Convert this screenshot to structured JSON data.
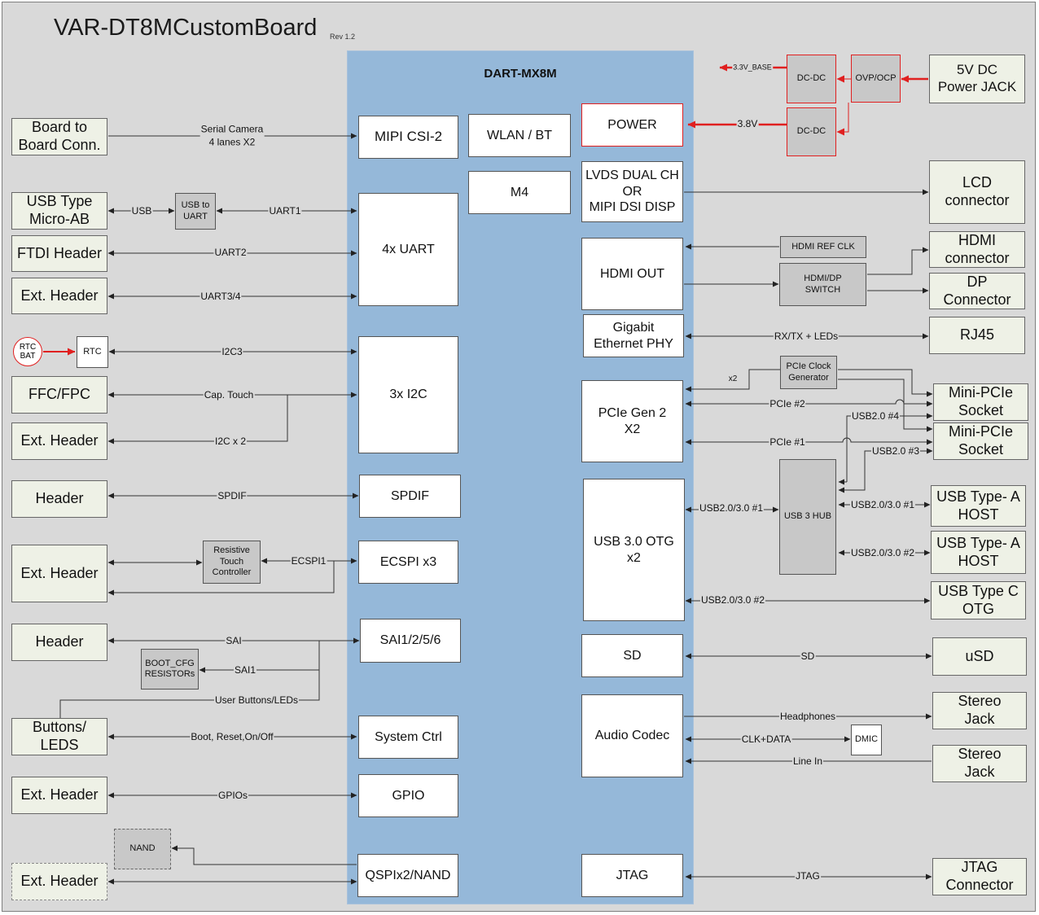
{
  "title": "VAR-DT8MCustomBoard",
  "revision": "Rev 1.2",
  "som": {
    "title": "DART-MX8M",
    "blocks": {
      "mipi_csi": "MIPI CSI-2",
      "wlan_bt": "WLAN / BT",
      "m4": "M4",
      "uart": "4x UART",
      "i2c": "3x I2C",
      "spdif": "SPDIF",
      "ecspi": "ECSPI x3",
      "sai": "SAI1/2/5/6",
      "sys_ctrl": "System Ctrl",
      "gpio": "GPIO",
      "qspi": "QSPIx2/NAND",
      "power": "POWER",
      "lvds": "LVDS DUAL CH\nOR\nMIPI DSI DISP",
      "hdmi_out": "HDMI OUT",
      "eth_phy": "Gigabit\nEthernet PHY",
      "pcie": "PCIe Gen 2\nX2",
      "usb_otg": "USB 3.0 OTG\nx2",
      "sd": "SD",
      "audio": "Audio Codec",
      "jtag": "JTAG"
    }
  },
  "left": {
    "board_conn": "Board to\nBoard Conn.",
    "usb_micro": "USB Type\nMicro-AB",
    "ftdi": "FTDI Header",
    "ext_uart": "Ext. Header",
    "rtc_bat": "RTC\nBAT",
    "rtc": "RTC",
    "ffc": "FFC/FPC",
    "ext_i2c": "Ext. Header",
    "header_spdif": "Header",
    "ext_spi": "Ext. Header",
    "header_sai": "Header",
    "boot_cfg": "BOOT_CFG\nRESISTORs",
    "buttons": "Buttons/\nLEDS",
    "ext_gpio": "Ext. Header",
    "nand": "NAND",
    "ext_qspi": "Ext. Header",
    "usb_to_uart": "USB to\nUART",
    "touch_ctrl": "Resistive\nTouch\nController"
  },
  "right": {
    "dc_top": "DC-DC",
    "dc_bottom": "DC-DC",
    "ovp": "OVP/OCP",
    "power_jack": "5V DC\nPower JACK",
    "lcd": "LCD\nconnector",
    "hdmi_ref": "HDMI REF CLK",
    "hdmi_switch": "HDMI/DP\nSWITCH",
    "hdmi_conn": "HDMI\nconnector",
    "dp_conn": "DP\nConnector",
    "rj45": "RJ45",
    "pcie_clk": "PCIe Clock\nGenerator",
    "minipcie1": "Mini-PCIe\nSocket",
    "minipcie2": "Mini-PCIe\nSocket",
    "usb_hub": "USB 3 HUB",
    "usb_a1": "USB Type- A\nHOST",
    "usb_a2": "USB Type- A\nHOST",
    "usb_c": "USB Type C\nOTG",
    "usd": "uSD",
    "stereo1": "Stereo\nJack",
    "dmic": "DMIC",
    "stereo2": "Stereo\nJack",
    "jtag_conn": "JTAG\nConnector"
  },
  "signals": {
    "serial_camera": "Serial Camera\n4 lanes X2",
    "usb": "USB",
    "uart1": "UART1",
    "uart2": "UART2",
    "uart34": "UART3/4",
    "i2c3": "I2C3",
    "cap_touch": "Cap. Touch",
    "i2c_x2": "I2C x 2",
    "spdif": "SPDIF",
    "ecspi1": "ECSPI1",
    "sai": "SAI",
    "sai1": "SAI1",
    "user_buttons": "User Buttons/LEDs",
    "boot_reset": "Boot, Reset,On/Off",
    "gpios": "GPIOs",
    "v33_base": "3.3V_BASE",
    "v38": "3.8V",
    "rx_tx": "RX/TX + LEDs",
    "x2": "x2",
    "pcie2": "PCIe #2",
    "pcie1": "PCIe #1",
    "usb20_4": "USB2.0 #4",
    "usb20_3": "USB2.0 #3",
    "usb2030_1_otg": "USB2.0/3.0 #1",
    "usb2030_1_hub": "USB2.0/3.0 #1",
    "usb2030_2_hub": "USB2.0/3.0 #2",
    "usb2030_2_otg": "USB2.0/3.0 #2",
    "sd": "SD",
    "headphones": "Headphones",
    "clk_data": "CLK+DATA",
    "line_in": "Line In",
    "jtag": "JTAG"
  }
}
